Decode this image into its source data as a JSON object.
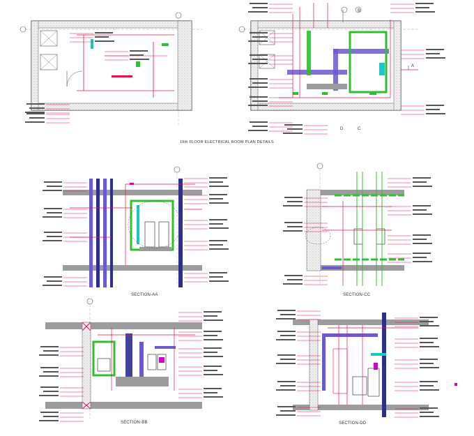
{
  "titles": {
    "plan": "19th FLOOR ELECTRICAL ROOM PLAN DETAILS",
    "section_aa": "SECTION-AA",
    "section_cc": "SECTION-CC",
    "section_bb": "SECTION-BB",
    "section_dd": "SECTION-DD"
  },
  "markers": {
    "plan_a": "A",
    "plan_b": "B",
    "plan_c": "C",
    "plan_d": "D"
  },
  "colors": {
    "wall": "#555555",
    "hatch": "#9a9a9a",
    "cable_red": "#e8104a",
    "cable_magenta": "#d000d0",
    "tray_blue": "#6a5acd",
    "tray_navy": "#2c2f8f",
    "equip_green": "#2fbf2f",
    "slab_gray": "#9c9c9c",
    "cyan": "#18c8c8"
  }
}
